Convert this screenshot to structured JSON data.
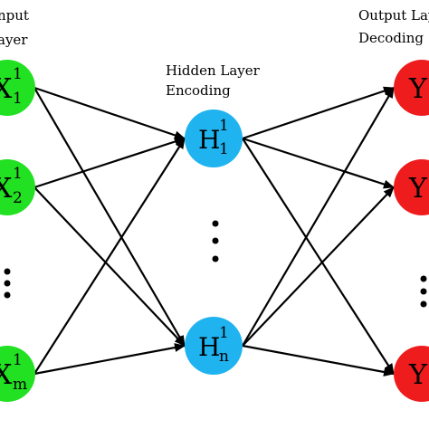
{
  "input_layer": {
    "label_line1": "nput",
    "label_line2": "ayer",
    "color": "#22e022",
    "nodes": [
      {
        "base": "X",
        "sup": "1",
        "sub": "1"
      },
      {
        "base": "X",
        "sup": "1",
        "sub": "2"
      },
      {
        "base": "X",
        "sup": "1",
        "sub": "m"
      }
    ]
  },
  "hidden_layer": {
    "label_line1": "Hidden Layer",
    "label_line2": "Encoding",
    "color": "#1fb3f0",
    "nodes": [
      {
        "base": "H",
        "sup": "1",
        "sub": "1"
      },
      {
        "base": "H",
        "sup": "1",
        "sub": "n"
      }
    ]
  },
  "output_layer": {
    "label_line1": "Output Lay",
    "label_line2": "Decoding",
    "color": "#ee1c1c",
    "nodes": [
      {
        "base": "Y"
      },
      {
        "base": "Y"
      },
      {
        "base": "Y"
      }
    ]
  },
  "connectivity": "fully-connected"
}
